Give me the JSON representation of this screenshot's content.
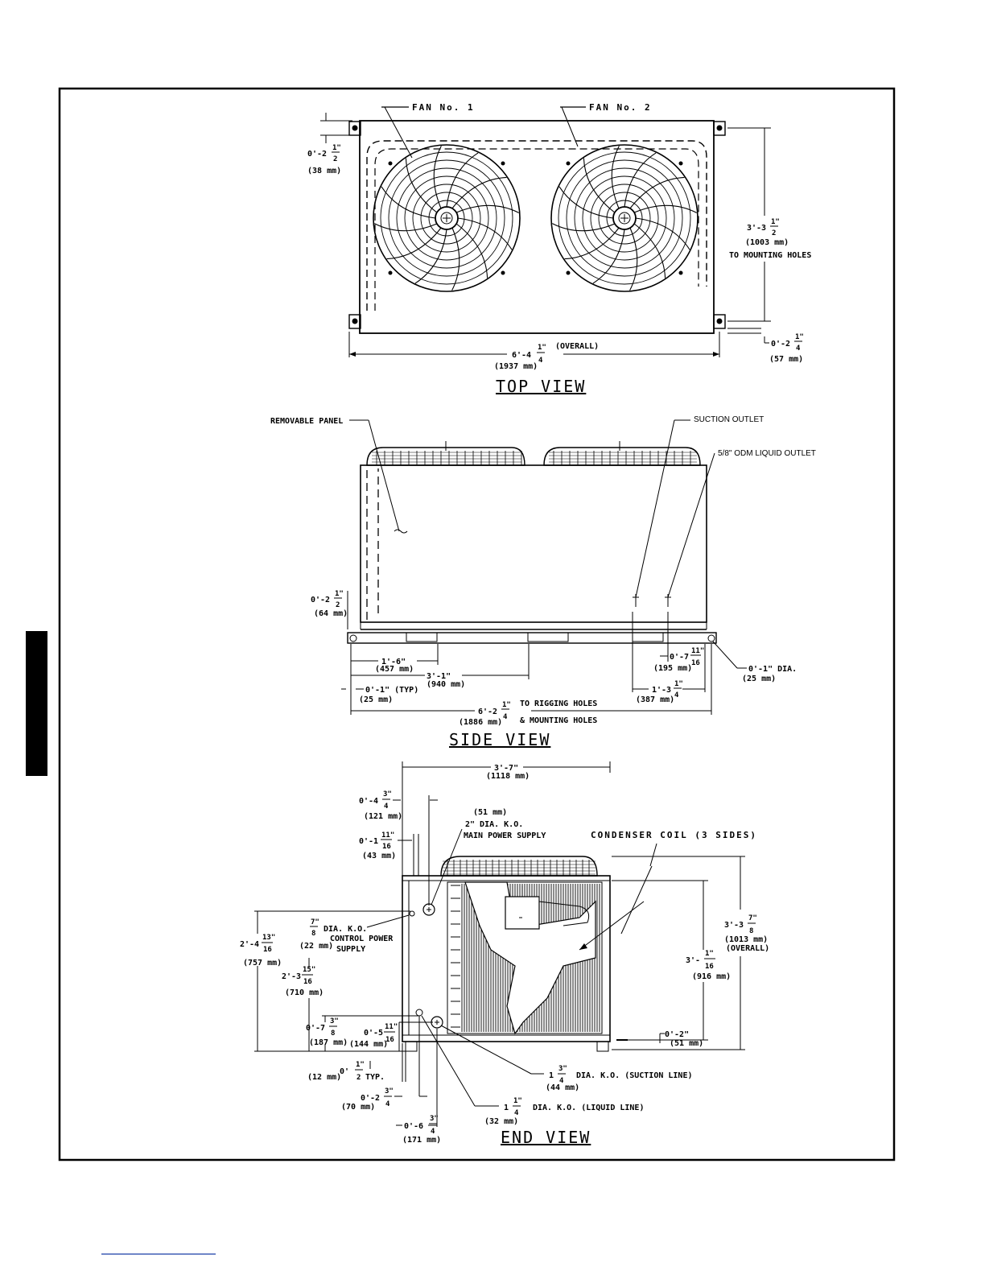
{
  "colors": {
    "ink": "#000000",
    "paper": "#ffffff"
  },
  "top_view": {
    "title": "TOP VIEW",
    "fan1": "FAN No. 1",
    "fan2": "FAN No. 2",
    "dim_left": {
      "whole": "0'-2",
      "num": "1\"",
      "den": "2",
      "mm": "(38 mm)"
    },
    "dim_right": {
      "whole": "3'-3",
      "num": "1\"",
      "den": "2",
      "mm": "(1003 mm)",
      "note": "TO MOUNTING HOLES"
    },
    "dim_bottom_right": {
      "whole": "0'-2",
      "num": "1\"",
      "den": "4",
      "mm": "(57 mm)"
    },
    "dim_overall": {
      "whole": "6'-4",
      "num": "1\"",
      "den": "4",
      "mm": "(1937 mm)",
      "note": "(OVERALL)"
    }
  },
  "side_view": {
    "title": "SIDE VIEW",
    "removable_panel": "REMOVABLE PANEL",
    "suction_outlet": "SUCTION OUTLET",
    "liquid_outlet": "5/8\" ODM LIQUID OUTLET",
    "dim_left": {
      "whole": "0'-2",
      "num": "1\"",
      "den": "2",
      "mm": "(64 mm)"
    },
    "dim_a": {
      "value": "1'-6\"",
      "mm": "(457 mm)"
    },
    "dim_b": {
      "value": "3'-1\"",
      "mm": "(940 mm)"
    },
    "dim_typ": {
      "value": "0'-1\" (TYP)",
      "mm": "(25 mm)"
    },
    "dim_overall": {
      "whole": "6'-2",
      "num": "1\"",
      "den": "4",
      "mm": "(1886 mm)",
      "note1": "TO RIGGING HOLES",
      "note2": "& MOUNTING HOLES"
    },
    "dim_r1": {
      "whole": "0'-7",
      "num": "11\"",
      "den": "16",
      "mm": "(195 mm)"
    },
    "dim_r2": {
      "whole": "1'-3",
      "num": "1\"",
      "den": "4",
      "mm": "(387 mm)"
    },
    "dim_dia": {
      "value": "0'-1\" DIA.",
      "mm": "(25 mm)"
    }
  },
  "end_view": {
    "title": "END VIEW",
    "dim_top": {
      "value": "3'-7\"",
      "mm": "(1118 mm)"
    },
    "dim_a": {
      "whole": "0'-4",
      "num": "3\"",
      "den": "4",
      "mm": "(121 mm)"
    },
    "dim_b": {
      "whole": "0'-1",
      "num": "11\"",
      "den": "16",
      "mm": "(43 mm)"
    },
    "main_power": {
      "mm": "(51 mm)",
      "line1": "2\" DIA. K.O.",
      "line2": "MAIN POWER SUPPLY"
    },
    "condenser": "CONDENSER COIL (3 SIDES)",
    "control_power": {
      "num": "7\"",
      "den": "8",
      "mm": "(22 mm)",
      "line1": "DIA. K.O.",
      "line2": "CONTROL POWER",
      "line3": "SUPPLY"
    },
    "dim_c": {
      "whole": "2'-4",
      "num": "13\"",
      "den": "16",
      "mm": "(757 mm)"
    },
    "dim_d": {
      "whole": "2'-3",
      "num": "15\"",
      "den": "16",
      "mm": "(710 mm)"
    },
    "dim_e": {
      "whole": "0'-7",
      "num": "3\"",
      "den": "8",
      "mm": "(187 mm)"
    },
    "dim_f": {
      "whole": "0'-5",
      "num": "11\"",
      "den": "16",
      "mm": "(144 mm)"
    },
    "dim_g": {
      "whole": "0'",
      "num": "1\"",
      "den": "2",
      "mm": "(12 mm)",
      "note": "TYP."
    },
    "dim_h": {
      "whole": "0'-2",
      "num": "3\"",
      "den": "4",
      "mm": "(70 mm)"
    },
    "dim_i": {
      "whole": "0'-6",
      "num": "3\"",
      "den": "4",
      "mm": "(171 mm)"
    },
    "suction_line": {
      "whole": "1",
      "num": "3\"",
      "den": "4",
      "mm": "(44 mm)",
      "text": "DIA. K.O. (SUCTION LINE)"
    },
    "liquid_line": {
      "whole": "1",
      "num": "1\"",
      "den": "4",
      "mm": "(32 mm)",
      "text": "DIA. K.O. (LIQUID LINE)"
    },
    "dim_overall": {
      "whole": "3'-3",
      "num": "7\"",
      "den": "8",
      "mm": "(1013 mm)",
      "note": "(OVERALL)"
    },
    "dim_height": {
      "whole": "3'-",
      "num": "1\"",
      "den": "16",
      "mm": "(916 mm)"
    },
    "dim_base": {
      "value": "0'-2\"",
      "mm": "(51 mm)"
    }
  }
}
